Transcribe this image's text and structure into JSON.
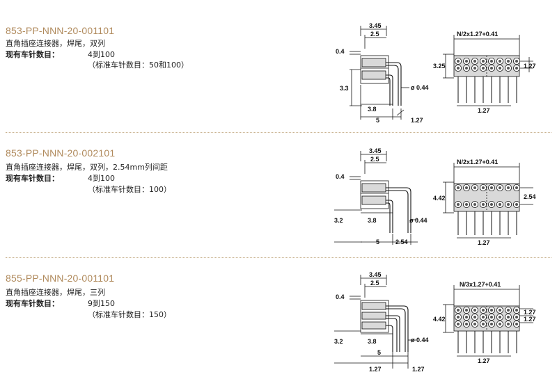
{
  "products": [
    {
      "part_number": "853-PP-NNN-20-001101",
      "description": "直角插座连接器，焊尾，双列",
      "count_label": "现有车针数目：",
      "count_value": "4到100",
      "standard": "（标准车针数目：50和100）",
      "dims": {
        "top1": "3.45",
        "top2": "2.5",
        "left1": "0.4",
        "left2": "3.3",
        "mid": "3.8",
        "bottom1": "5",
        "bottom2": "1.27",
        "pin": "ø 0.44",
        "front_top": "N/2x1.27+0.41",
        "front_left": "3.25",
        "front_right": "1.27",
        "front_bottom": "1.27"
      }
    },
    {
      "part_number": "853-PP-NNN-20-002101",
      "description": "直角插座连接器，焊尾，双列，2.54mm列间距",
      "count_label": "现有车针数目：",
      "count_value": "4到100",
      "standard": "（标准车针数目：100）",
      "dims": {
        "top1": "3.45",
        "top2": "2.5",
        "left1": "0.4",
        "left2": "3.2",
        "mid": "3.8",
        "bottom1": "5",
        "bottom2": "2.54",
        "pin": "ø 0.44",
        "front_top": "N/2x1.27+0.41",
        "front_left": "4.42",
        "front_right": "2.54",
        "front_bottom": "1.27"
      }
    },
    {
      "part_number": "855-PP-NNN-20-001101",
      "description": "直角插座连接器，焊尾，三列",
      "count_label": "现有车针数目：",
      "count_value": "9到150",
      "standard": "（标准车针数目：150）",
      "dims": {
        "top1": "3.45",
        "top2": "2.5",
        "left1": "0.4",
        "left2": "3.2",
        "mid": "3.8",
        "bottom1": "5",
        "bottom2": "1.27",
        "bottom3": "1.27",
        "pin": "ø 0.44",
        "front_top": "N/3x1.27+0.41",
        "front_left": "4.42",
        "front_right1": "1.27",
        "front_right2": "1.27",
        "front_bottom": "1.27"
      }
    }
  ]
}
